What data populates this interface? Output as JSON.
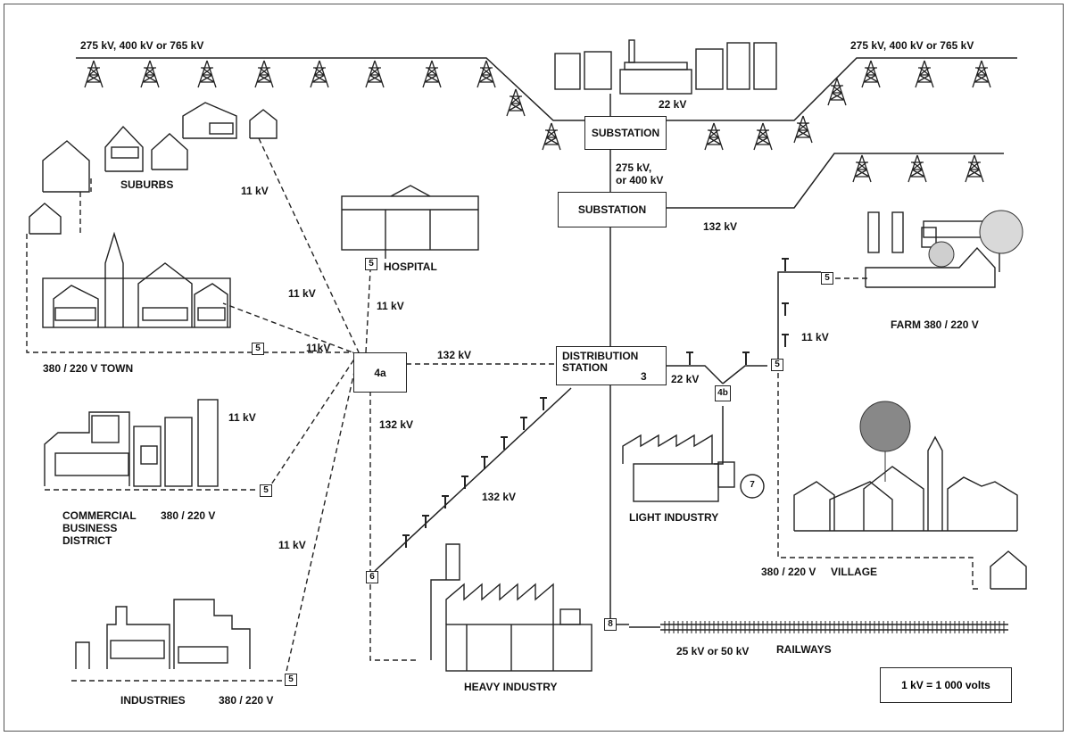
{
  "labels": {
    "hv_left": "275 kV, 400 kV or 765 kV",
    "hv_right": "275 kV, 400 kV or 765 kV",
    "plant_kv": "22 kV",
    "substation1": "SUBSTATION",
    "sub_between": "275 kV,\nor 400 kV",
    "substation2": "SUBSTATION",
    "line_132_right": "132 kV",
    "suburbs": "SUBURBS",
    "suburbs_kv": "11 kV",
    "hospital": "HOSPITAL",
    "town_kv1": "11 kV",
    "hospital_kv": "11 kV",
    "town_kv2": "11kV",
    "town": "380 / 220 V  TOWN",
    "dist_station": "DISTRIBUTION\nSTATION",
    "dist_num": "3",
    "dist_132": "132 kV",
    "dist_22": "22 kV",
    "farm_kv": "11 kV",
    "farm": "FARM  380 / 220 V",
    "cbd_kv": "11 kV",
    "cbd": "COMMERCIAL\nBUSINESS\nDISTRICT",
    "cbd_v": "380 / 220 V",
    "v132_down": "132 kV",
    "v132_diag": "132 kV",
    "light_industry": "LIGHT INDUSTRY",
    "light_num": "7",
    "industries_kv": "11 kV",
    "village": "380 / 220 V     VILLAGE",
    "railways_kv": "25 kV or 50 kV",
    "railways": "RAILWAYS",
    "industries": "INDUSTRIES",
    "industries_v": "380 / 220 V",
    "heavy_industry": "HEAVY INDUSTRY",
    "key": "1 kV = 1 000 volts"
  },
  "nodes": {
    "n4a": "4a",
    "n4b": "4b",
    "n5_hospital": "5",
    "n5_town": "5",
    "n5_cbd": "5",
    "n5_ind": "5",
    "n5_farm": "5",
    "n5_village": "5",
    "n6": "6",
    "n8": "8"
  }
}
